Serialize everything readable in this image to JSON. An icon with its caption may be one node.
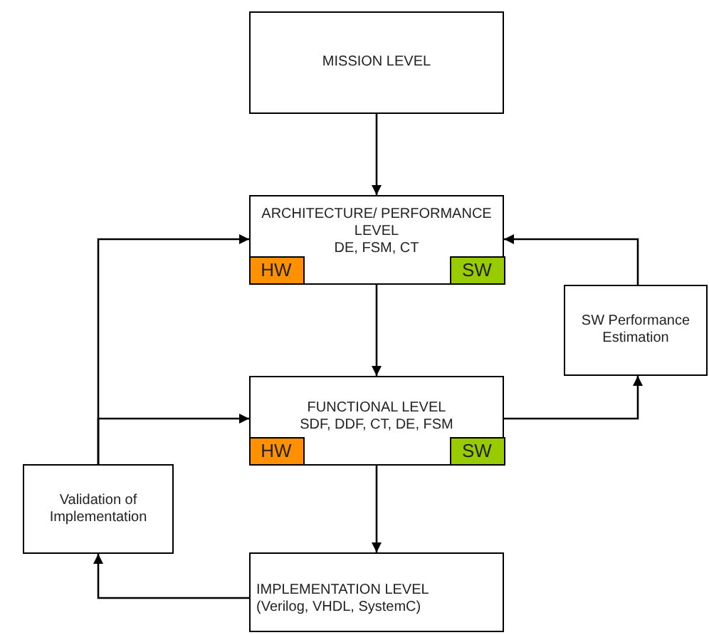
{
  "diagram": {
    "nodes": [
      {
        "text": [
          "MISSION LEVEL"
        ]
      },
      {
        "text": [
          "ARCHITECTURE/ PERFORMANCE LEVEL",
          "DE, FSM, CT"
        ]
      },
      {
        "text": [
          "HW"
        ],
        "in": 1
      },
      {
        "text": [
          "SW"
        ],
        "in": 1
      },
      {
        "text": [
          "SW Performance Estimation"
        ]
      },
      {
        "text": [
          "FUNCTIONAL LEVEL",
          "SDF, DDF, CT, DE, FSM"
        ]
      },
      {
        "text": [
          "HW"
        ],
        "in": 5
      },
      {
        "text": [
          "SW"
        ],
        "in": 5
      },
      {
        "text": [
          "Validation of Implementation"
        ]
      },
      {
        "text": [
          "IMPLEMENTATION LEVEL",
          "(Verilog, VHDL, SystemC)"
        ]
      }
    ],
    "edges": [
      {
        "from": 0,
        "to": 1,
        "arrow": "to"
      },
      {
        "from": 1,
        "to": 5,
        "arrow": "to"
      },
      {
        "from": 5,
        "to": 9,
        "arrow": "to"
      },
      {
        "from": 9,
        "to": 8,
        "arrow": "to"
      },
      {
        "from": 8,
        "to": 1,
        "arrow": "to"
      },
      {
        "from": 8,
        "to": 5,
        "arrow": "to"
      },
      {
        "from": 5,
        "to": 4,
        "arrow": "to"
      },
      {
        "from": 4,
        "to": 1,
        "arrow": "to"
      }
    ]
  }
}
